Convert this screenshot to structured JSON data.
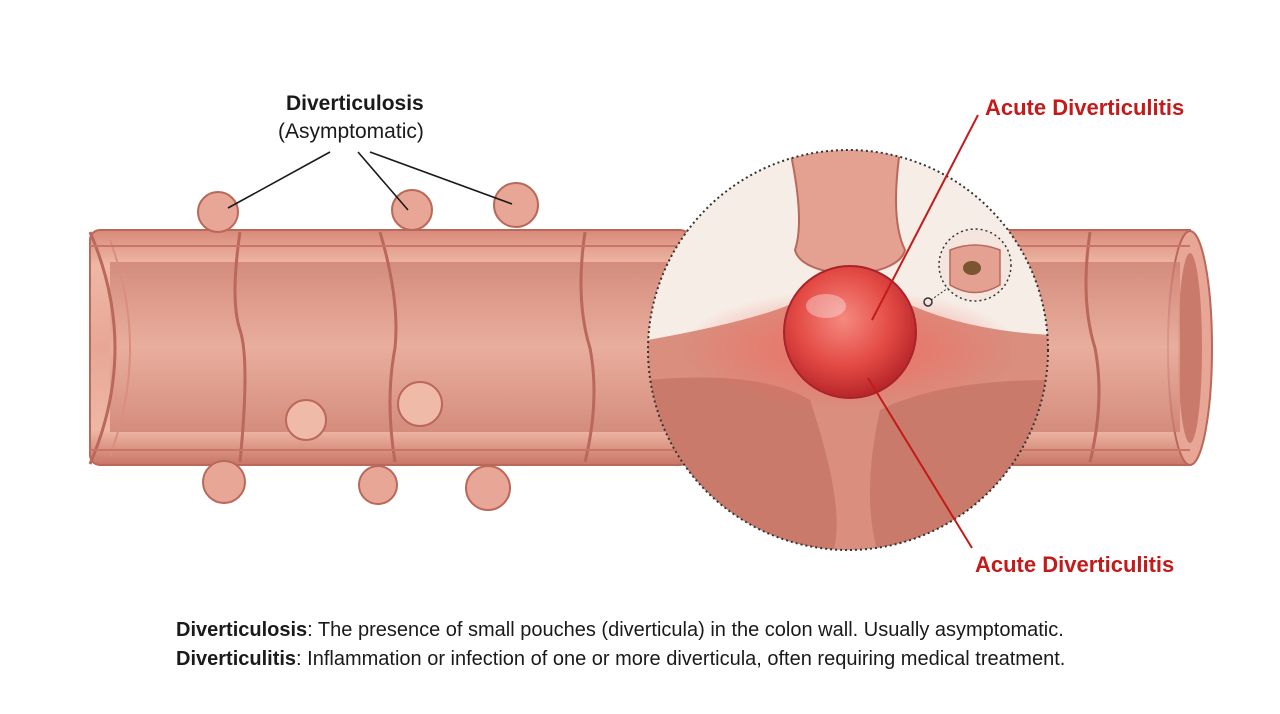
{
  "labels": {
    "diverticulosis_title": "Diverticulosis",
    "diverticulosis_subtitle": "(Asymptomatic)",
    "acute_top": "Acute Diverticulitis",
    "acute_bottom": "Acute Diverticulitis"
  },
  "captions": [
    {
      "term": "Diverticulosis",
      "text": ": The presence of small pouches (diverticula) in the colon wall. Usually asymptomatic."
    },
    {
      "term": "Diverticulitis",
      "text": ": Inflammation or infection of one or more diverticula, often requiring medical treatment."
    }
  ],
  "colors": {
    "tissue": "#e3a090",
    "tissue_dark": "#b9685a",
    "tissue_light": "#f2c7b8",
    "inflamed": "#e04545",
    "accent_red": "#c41a1a",
    "leader_black": "#1a1a1a"
  }
}
